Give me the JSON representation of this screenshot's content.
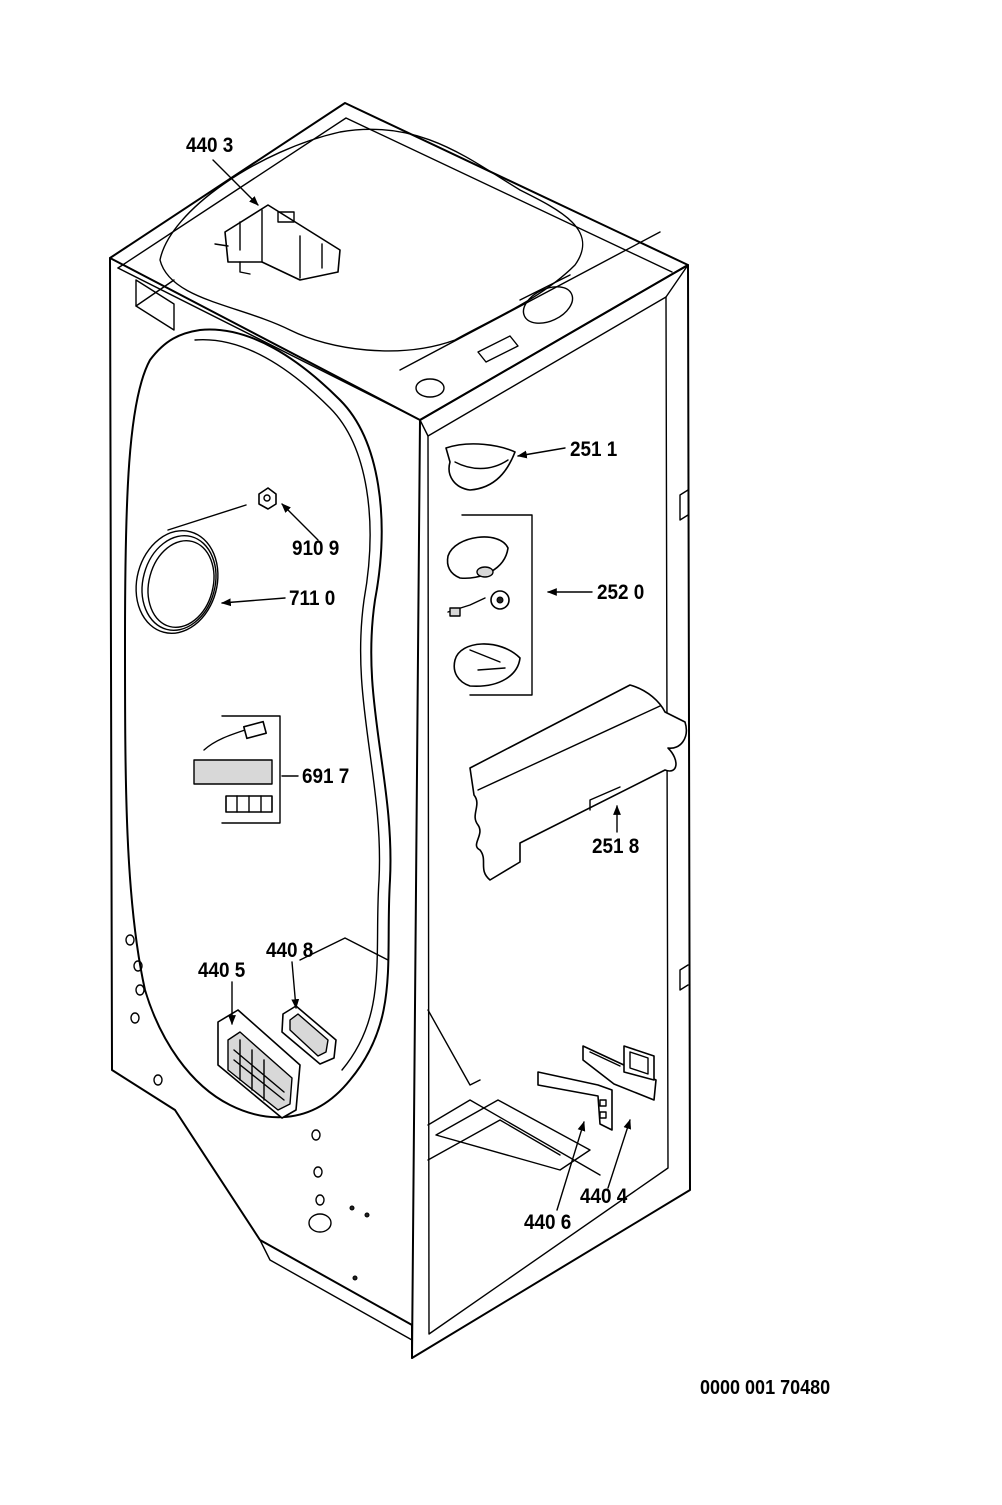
{
  "diagram": {
    "callouts": [
      {
        "id": "c4403",
        "label": "440 3"
      },
      {
        "id": "c2511",
        "label": "251 1"
      },
      {
        "id": "c9109",
        "label": "910 9"
      },
      {
        "id": "c7110",
        "label": "711 0"
      },
      {
        "id": "c2520",
        "label": "252 0"
      },
      {
        "id": "c6917",
        "label": "691 7"
      },
      {
        "id": "c2518",
        "label": "251 8"
      },
      {
        "id": "c4408",
        "label": "440 8"
      },
      {
        "id": "c4405",
        "label": "440 5"
      },
      {
        "id": "c4404",
        "label": "440 4"
      },
      {
        "id": "c4406",
        "label": "440 6"
      }
    ],
    "document_id": "0000 001 70480"
  }
}
